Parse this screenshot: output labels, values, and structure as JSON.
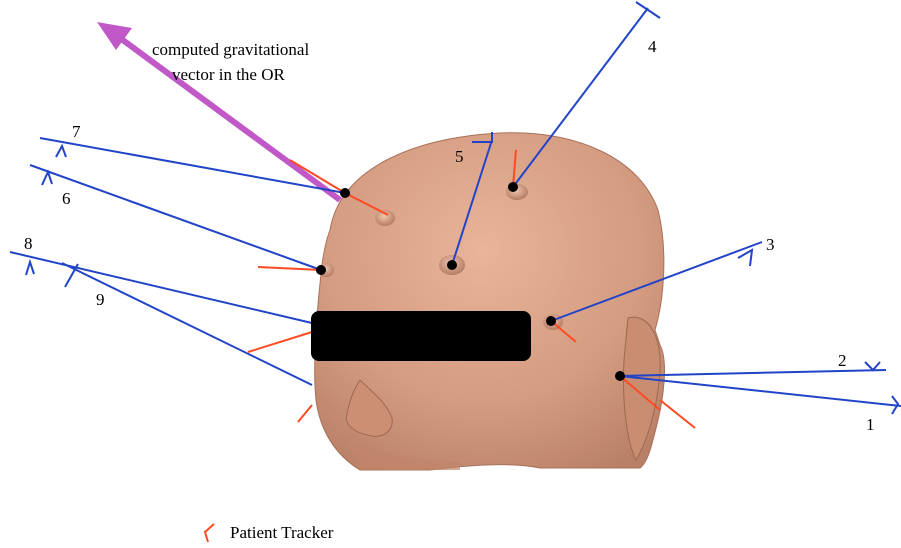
{
  "annotation": {
    "line1": "computed gravitational",
    "line2": "vector in the OR"
  },
  "legend": {
    "label": "Patient Tracker",
    "color": "#ff4a23"
  },
  "colors": {
    "trajectory": "#2244c8",
    "tracker": "#ff4a23",
    "gravity_arrow": "#c158c8",
    "skin": "#d9a287",
    "redaction": "#000000"
  },
  "markers": [
    "1",
    "2",
    "3",
    "4",
    "5",
    "6",
    "7",
    "8",
    "9"
  ]
}
